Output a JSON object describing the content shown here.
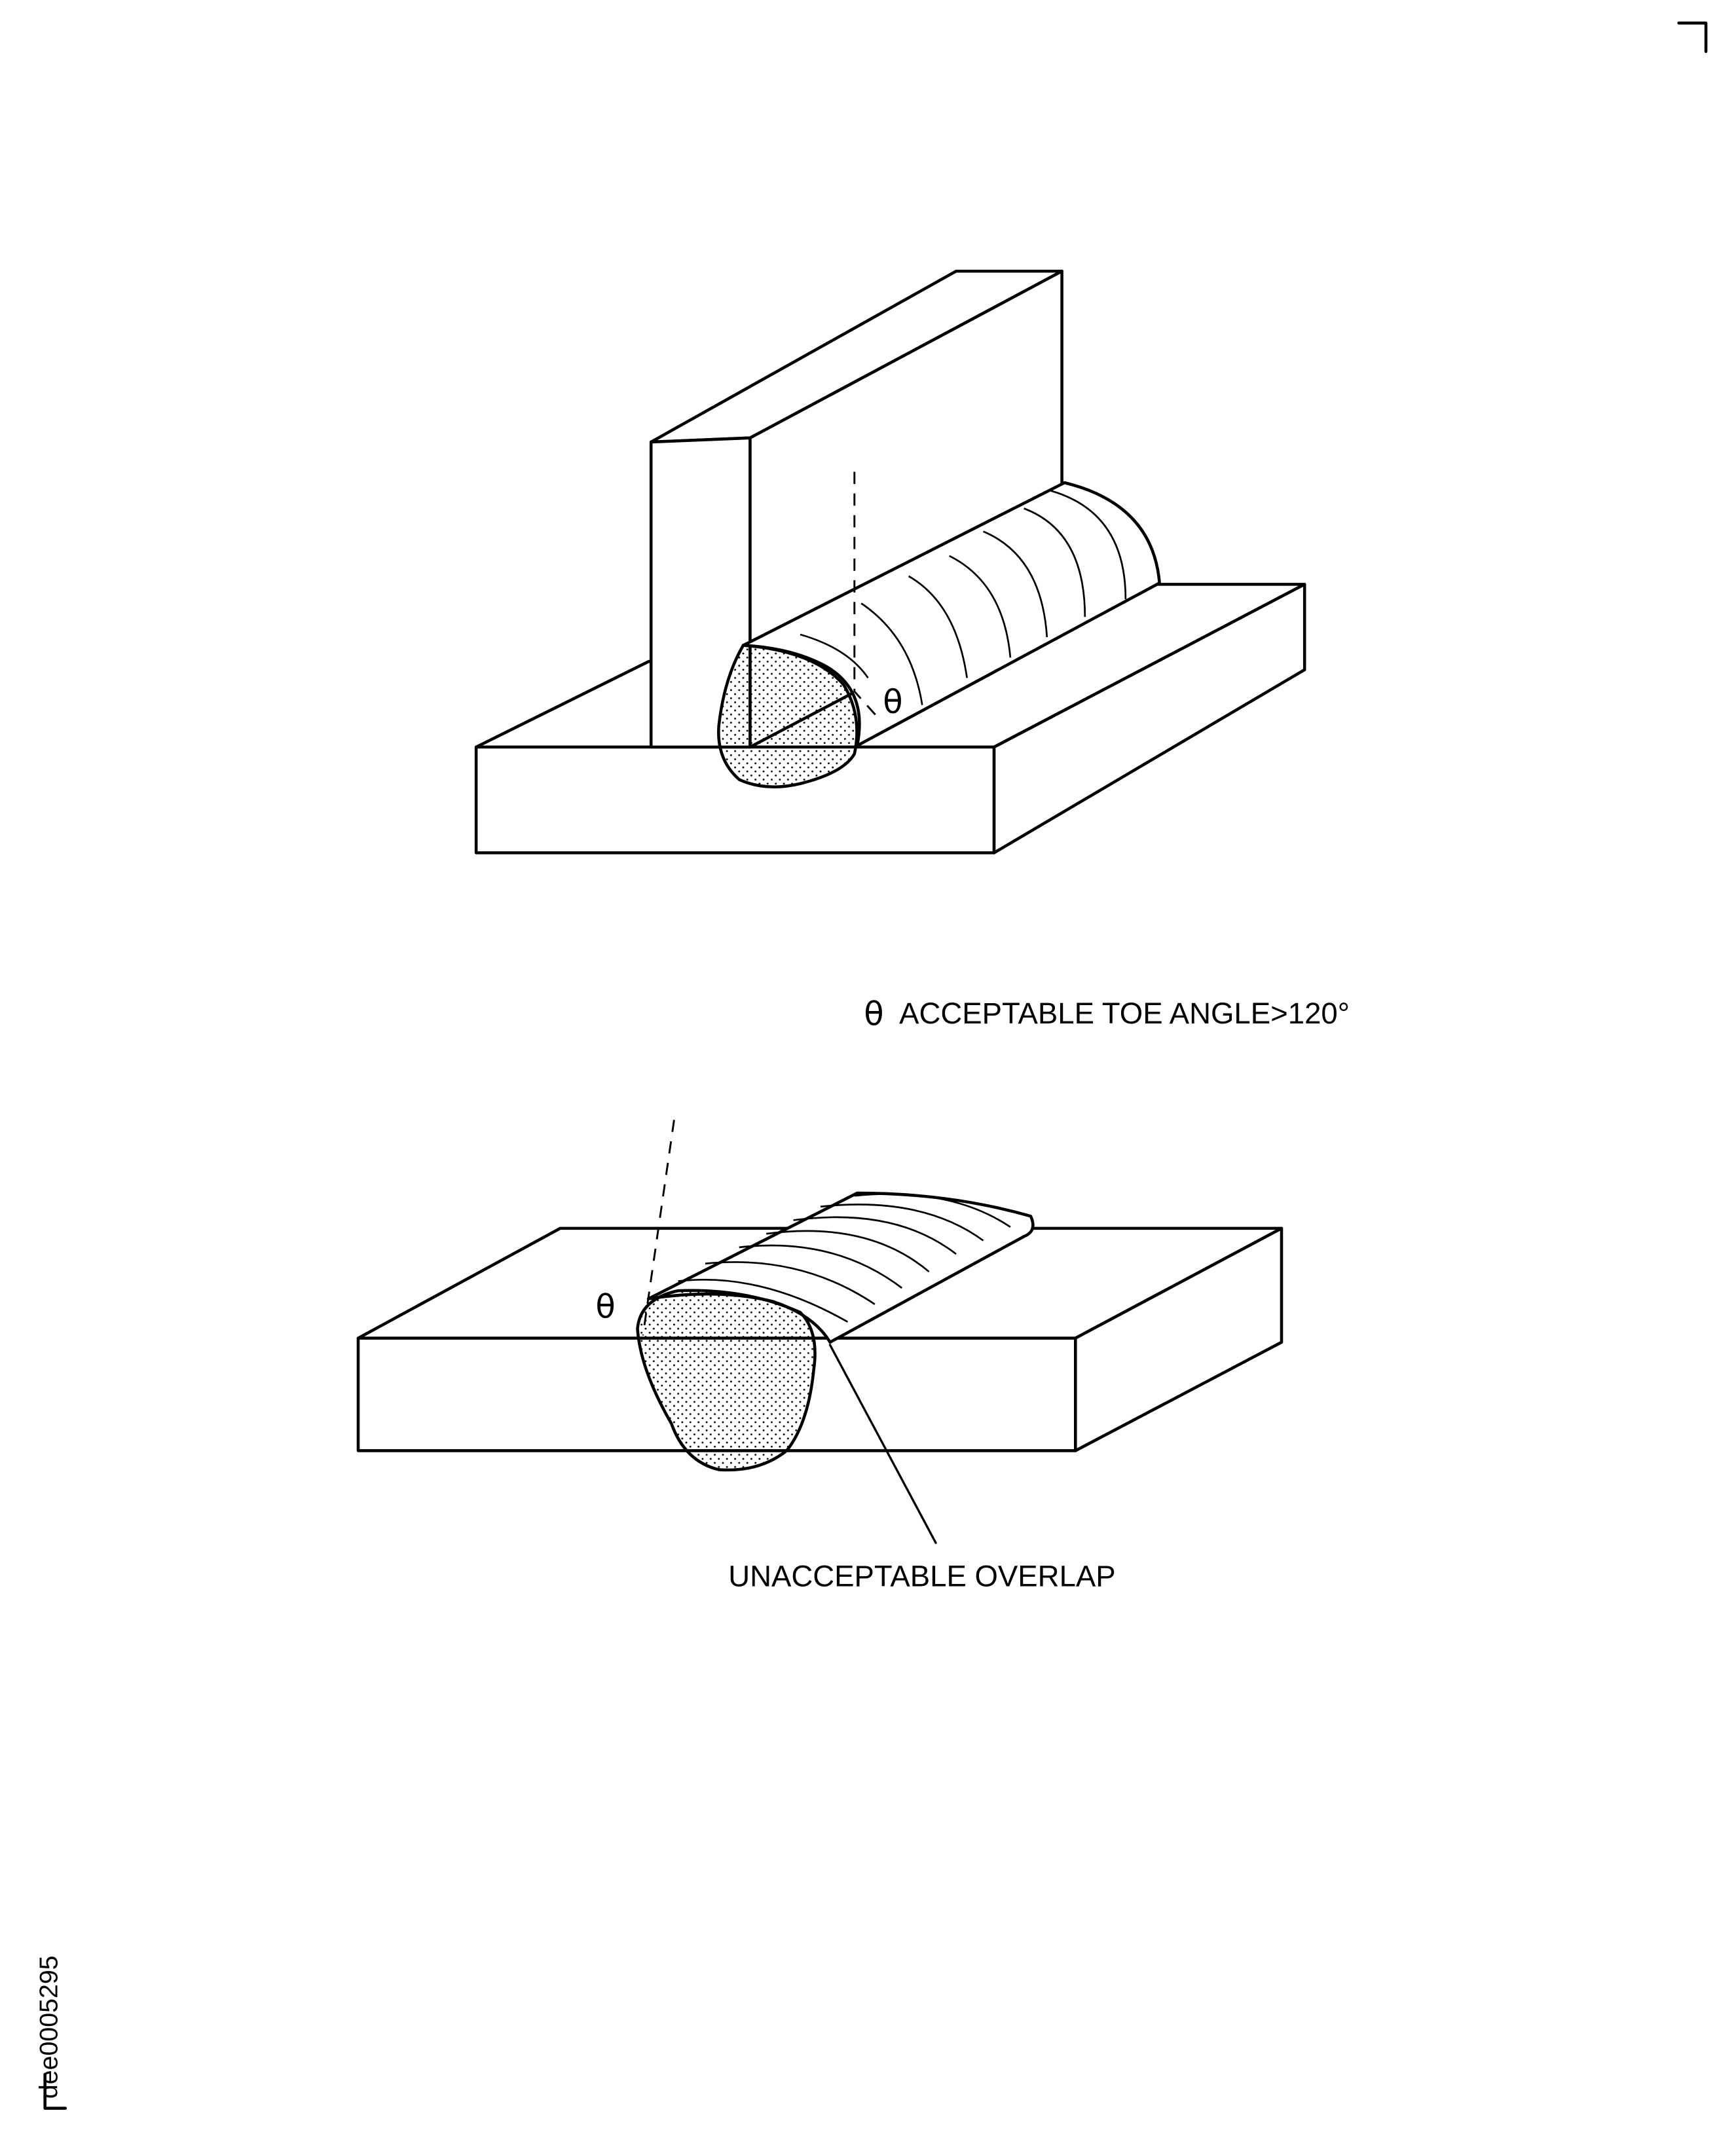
{
  "figure_id": "dee0005295",
  "legend": {
    "symbol": "θ",
    "text": "ACCEPTABLE TOE ANGLE>120°"
  },
  "top_figure": {
    "angle_label": "θ"
  },
  "bottom_figure": {
    "angle_label": "θ",
    "callout": "UNACCEPTABLE OVERLAP"
  },
  "colors": {
    "line": "#000000",
    "background": "#ffffff"
  }
}
